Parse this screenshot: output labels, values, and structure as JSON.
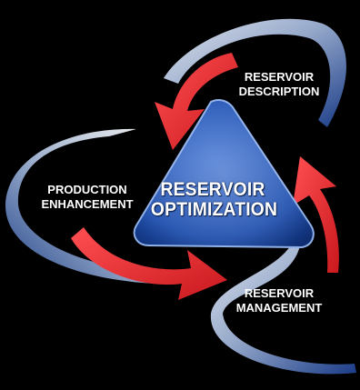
{
  "center": {
    "line1": "RESERVOIR",
    "line2": "OPTIMIZATION"
  },
  "labels": {
    "description": {
      "line1": "RESERVOIR",
      "line2": "DESCRIPTION"
    },
    "production": {
      "line1": "PRODUCTION",
      "line2": "ENHANCEMENT"
    },
    "management": {
      "line1": "RESERVOIR",
      "line2": "MANAGEMENT"
    }
  },
  "colors": {
    "background": "#000000",
    "arrow_red": "#e8373b",
    "ribbon_silver": "#cfd6e2",
    "ribbon_blue": "#1c3f8f",
    "triangle_blue": "#1f4fae"
  }
}
